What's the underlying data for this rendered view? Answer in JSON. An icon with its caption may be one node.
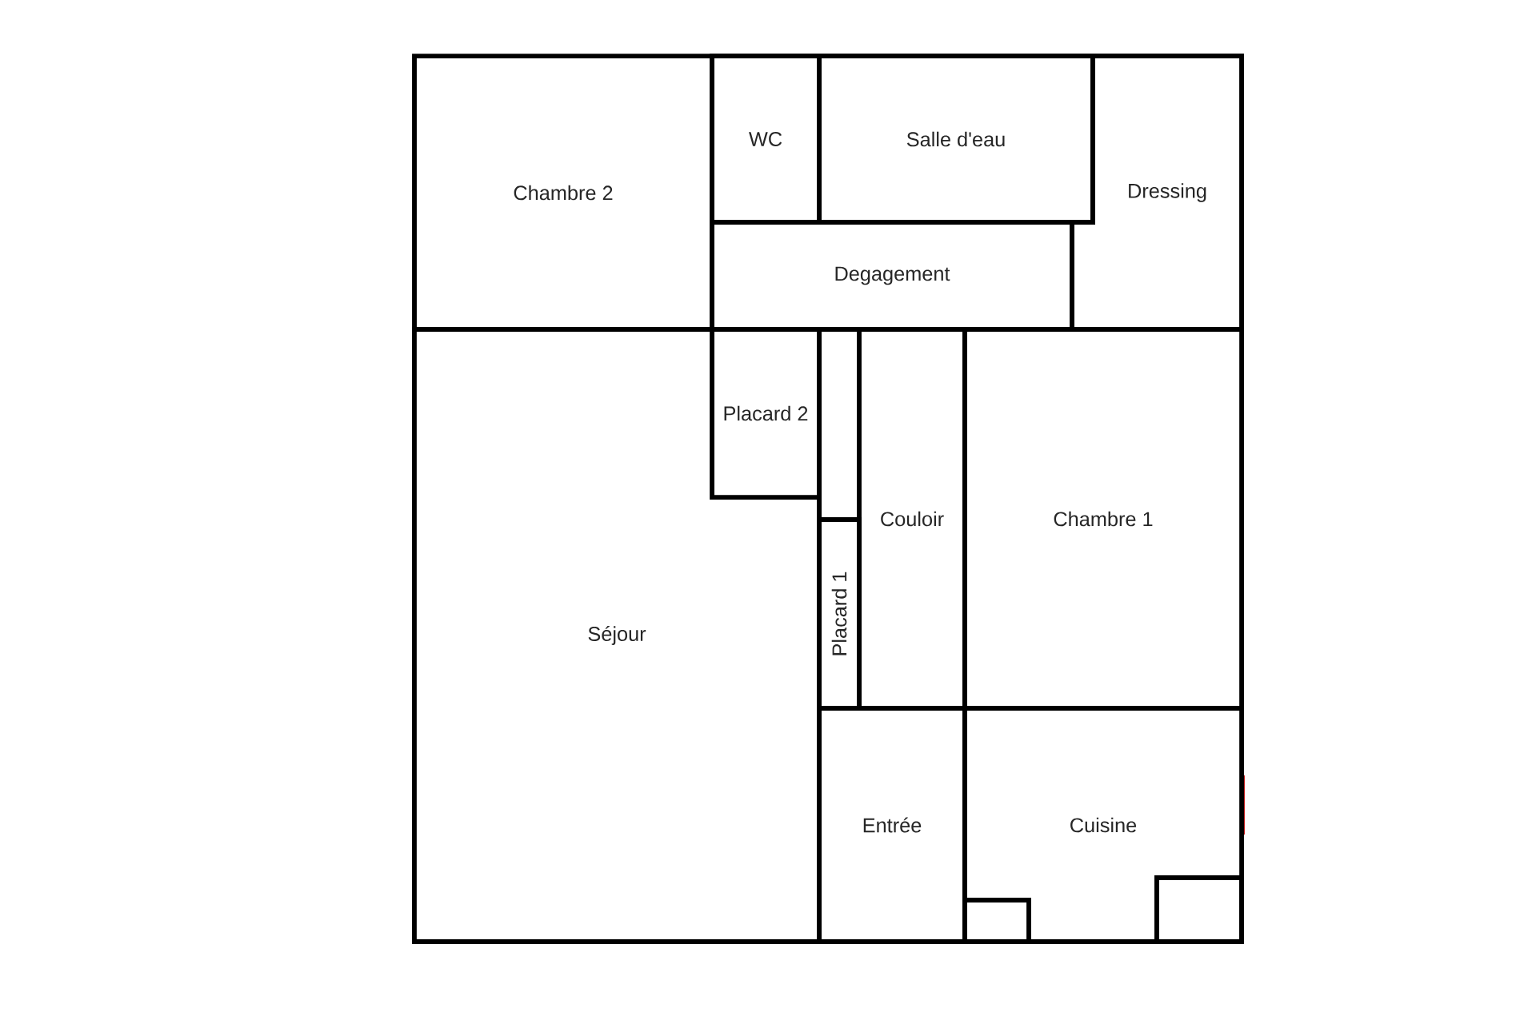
{
  "diagram": {
    "nodes": [
      {
        "text": [
          "Chambre 2"
        ]
      },
      {
        "text": [
          "WC"
        ]
      },
      {
        "text": [
          "Salle d'eau"
        ]
      },
      {
        "text": [
          "Dressing"
        ]
      },
      {
        "text": [
          "Degagement"
        ]
      },
      {
        "text": [
          "Séjour"
        ]
      },
      {
        "text": [
          "Placard 2"
        ],
        "in": 5
      },
      {
        "text": [
          "Couloir"
        ]
      },
      {
        "text": [
          "Placard 1"
        ]
      },
      {
        "text": [
          "Chambre 1"
        ]
      },
      {
        "text": [
          "Entrée"
        ]
      },
      {
        "text": [
          "Cuisine"
        ]
      },
      {
        "text": [],
        "shape": "box",
        "in": 11
      },
      {
        "text": [],
        "shape": "box",
        "in": 11
      }
    ]
  }
}
